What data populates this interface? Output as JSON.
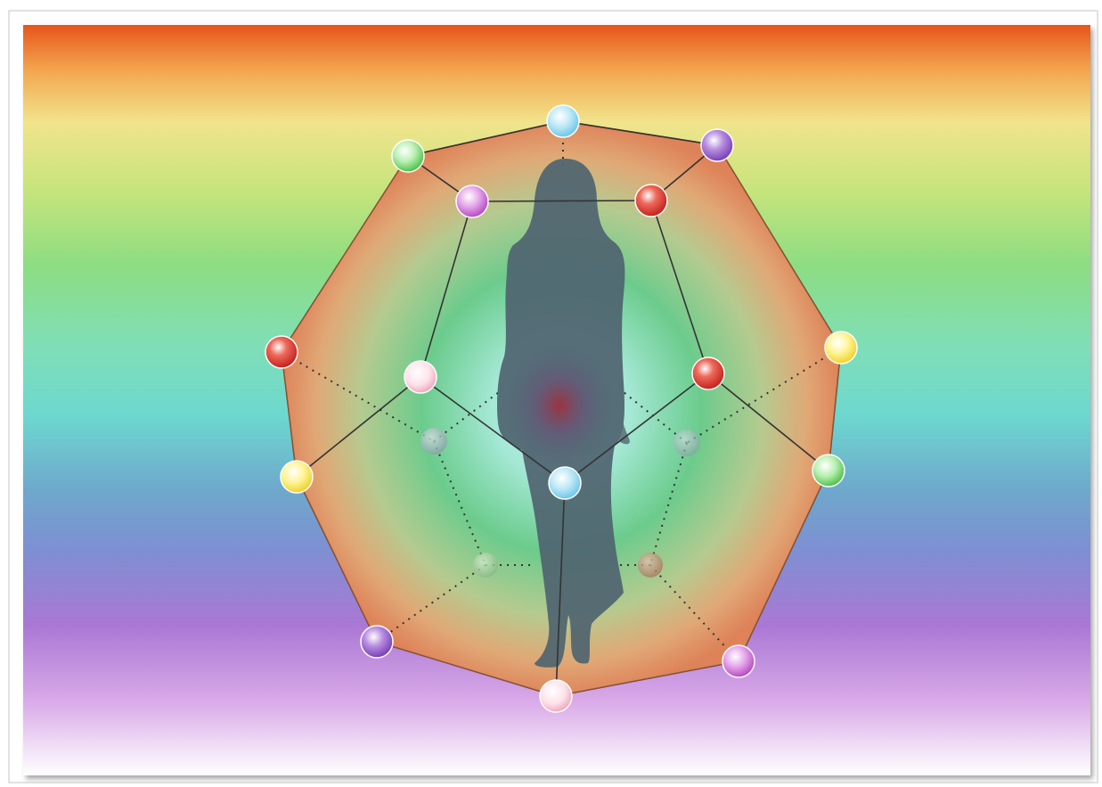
{
  "image": {
    "subject": "silhouette-woman-aura",
    "colors": {
      "frame": "#ffffff",
      "spectrum": [
        "#e9601f",
        "#f6c86a",
        "#efea8f",
        "#b9e27c",
        "#86de86",
        "#78e0bc",
        "#6fd8d6",
        "#72a7cf",
        "#7f91d4",
        "#a47ad6",
        "#cc86dc",
        "#ffffff"
      ],
      "aura_center": "#c4f1f0",
      "aura_mid": "#5fd08a",
      "aura_edge": "#e07a4a",
      "hull_stroke": "#7a4a28",
      "silhouette": "#4f6470",
      "core_glow": "#9c3a45",
      "line_solid": "#333333",
      "line_dotted": "#333333"
    },
    "orbs": {
      "outer_ring": [
        "light-blue",
        "purple",
        "yellow",
        "green",
        "pink",
        "light-pink",
        "purple",
        "yellow",
        "red",
        "green"
      ],
      "inner_ring": [
        "magenta",
        "red",
        "red",
        "light-blue",
        "pink"
      ],
      "back_ring": [
        "grey",
        "grey",
        "green",
        "brown"
      ]
    }
  }
}
